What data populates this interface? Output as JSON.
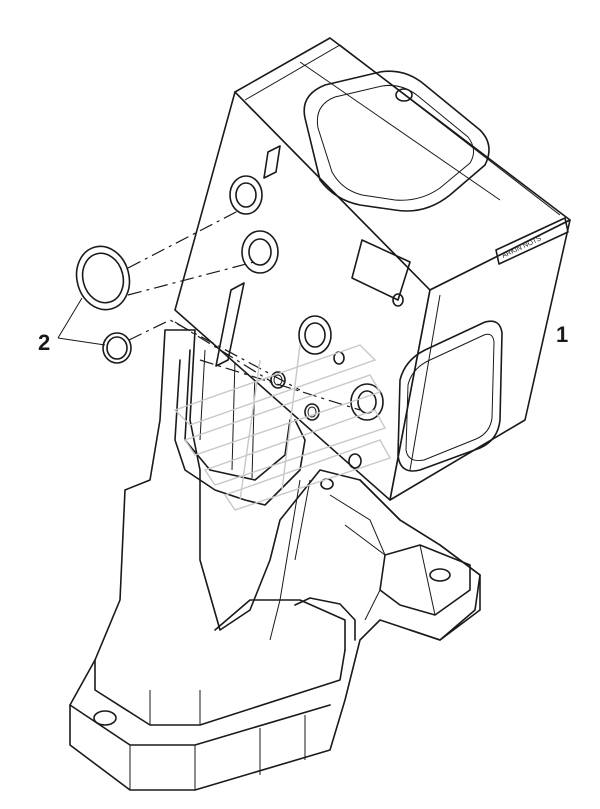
{
  "callouts": {
    "item_1": "1",
    "item_2": "2"
  },
  "plate": {
    "text": "ARKIN NOTS"
  },
  "colors": {
    "line": "#1a1a1a",
    "background": "#ffffff",
    "watermark": "#c8c8c8"
  }
}
